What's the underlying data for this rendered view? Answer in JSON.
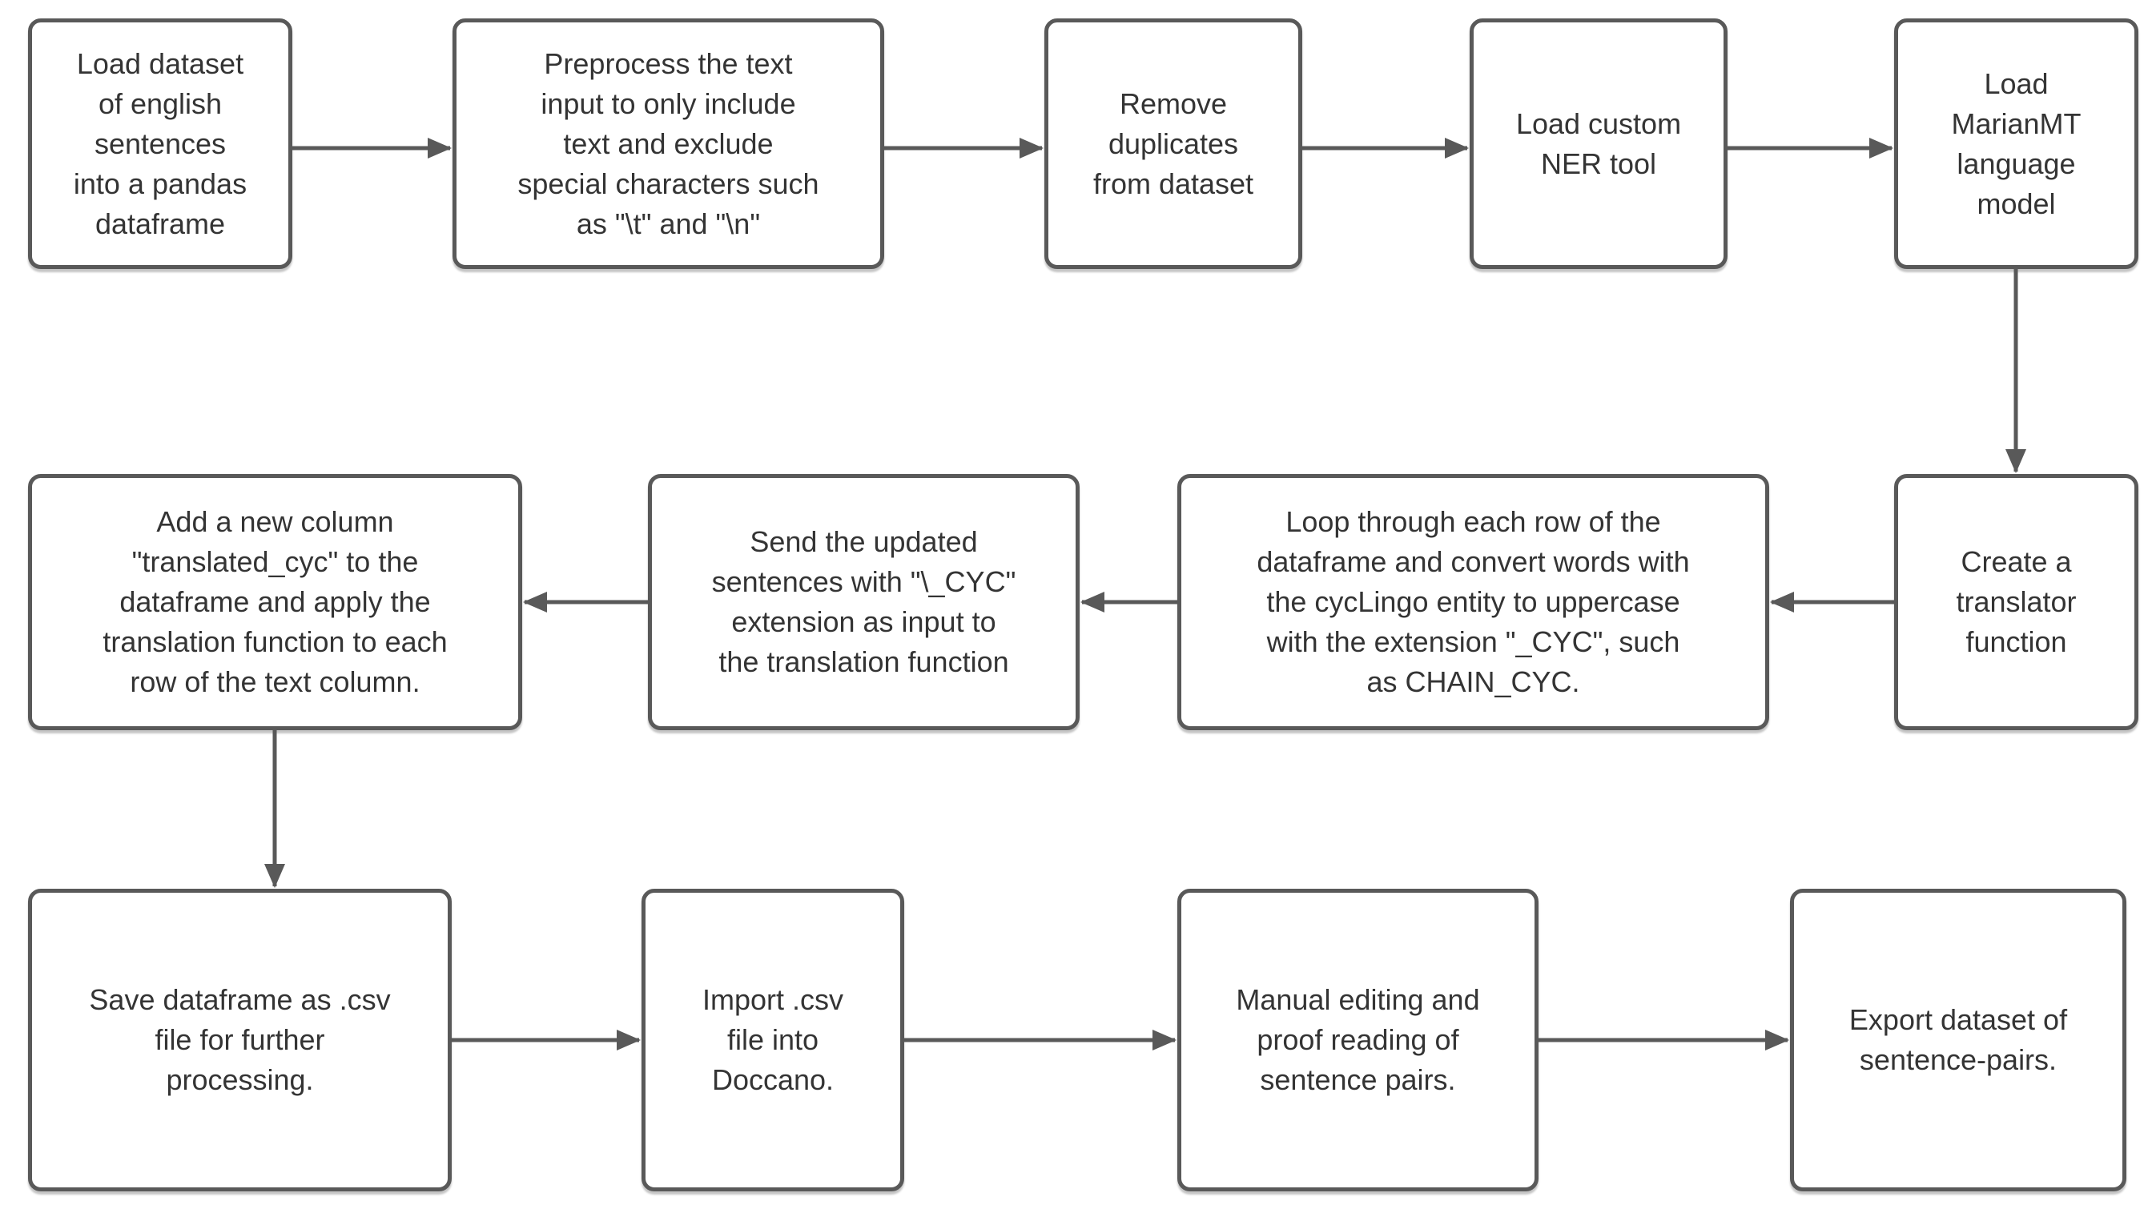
{
  "diagram": {
    "title": "Sentence-pair dataset translation pipeline flowchart",
    "colors": {
      "background": "#ffffff",
      "box_fill": "#ffffff",
      "box_border": "#595959",
      "arrow": "#595959",
      "text": "#343434"
    },
    "boxes": [
      {
        "id": "load-dataset",
        "text": "Load dataset\nof english\nsentences\ninto a pandas\ndataframe"
      },
      {
        "id": "preprocess-text",
        "text": "Preprocess the text\ninput to only include\ntext and exclude\nspecial characters such\nas \"\\t\" and \"\\n\""
      },
      {
        "id": "remove-duplicates",
        "text": "Remove\nduplicates\nfrom dataset"
      },
      {
        "id": "load-ner-tool",
        "text": "Load custom\nNER tool"
      },
      {
        "id": "load-marianmt",
        "text": "Load\nMarianMT\nlanguage\nmodel"
      },
      {
        "id": "create-translator",
        "text": "Create a\ntranslator\nfunction"
      },
      {
        "id": "loop-rows",
        "text": "Loop through each row of the\ndataframe and convert words with\nthe cycLingo entity to uppercase\nwith the extension \"_CYC\", such\nas CHAIN_CYC."
      },
      {
        "id": "send-sentences",
        "text": "Send the updated\nsentences with \"\\_CYC\"\nextension as input to\nthe translation function"
      },
      {
        "id": "add-column",
        "text": "Add a new column\n\"translated_cyc\" to the\ndataframe and apply the\ntranslation function to each\nrow of the text column."
      },
      {
        "id": "save-csv",
        "text": "Save dataframe as .csv\nfile for further\nprocessing."
      },
      {
        "id": "import-doccano",
        "text": "Import .csv\nfile into\nDoccano."
      },
      {
        "id": "manual-editing",
        "text": "Manual editing and\nproof reading of\nsentence pairs."
      },
      {
        "id": "export-dataset",
        "text": "Export dataset of\nsentence-pairs."
      }
    ]
  }
}
